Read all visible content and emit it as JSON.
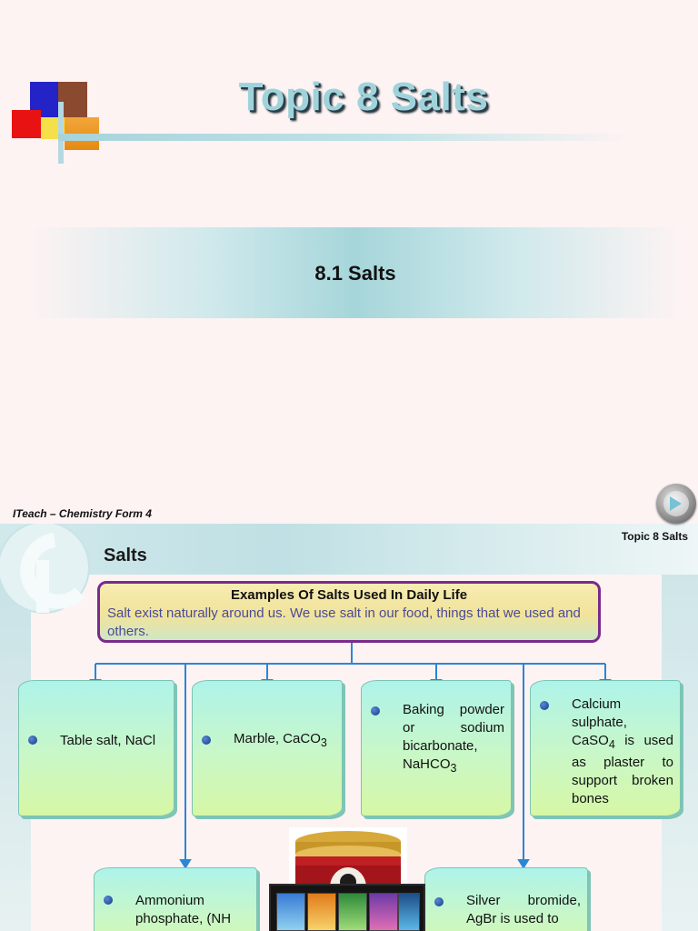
{
  "slide1": {
    "title": "Topic 8 Salts",
    "section_title": "8.1 Salts",
    "logo_colors": [
      "#2323c8",
      "#8a4a30",
      "#e81212",
      "#f3a021",
      "#f5e04a"
    ]
  },
  "slide2": {
    "series_label": "ITeach – Chemistry Form 4",
    "topic_label": "Topic 8 Salts",
    "heading": "Salts",
    "intro": {
      "title": "Examples Of Salts Used In Daily Life",
      "text": "Salt exist naturally around us. We use salt in our food, things that we used and others."
    },
    "cards": [
      {
        "text_before": "Table salt, NaCl"
      },
      {
        "text_before": "Marble, CaCO",
        "sub": "3",
        "text_after": ""
      },
      {
        "text_before": "Baking powder or sodium bicarbonate, NaHCO",
        "sub": "3",
        "text_after": ""
      },
      {
        "text_before": "Calcium sulphate, CaSO",
        "sub": "4",
        "text_after": " is used as plaster to support broken bones"
      },
      {
        "text_before": "Ammonium phosphate, (NH"
      },
      {
        "text_before": "Silver bromide, AgBr is used to"
      }
    ],
    "colors": {
      "connector": "#2b86d6",
      "intro_border": "#7a2a8c",
      "intro_text": "#4a4a9a",
      "nav_arrow": "#78c1d6"
    },
    "icons": [
      "play-arrow-icon",
      "bullet-icon",
      "paint-can-image",
      "film-strip-image"
    ]
  }
}
